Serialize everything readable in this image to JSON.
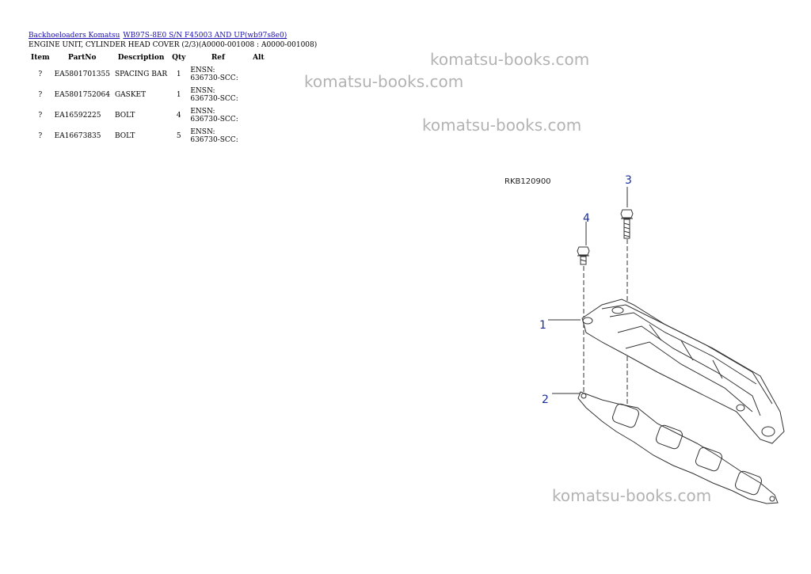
{
  "breadcrumb": {
    "items": [
      {
        "label": "Backhoeloaders Komatsu"
      },
      {
        "label": "WB97S-8E0 S/N F45003 AND UP(wb97s8e0)"
      }
    ]
  },
  "page": {
    "title": "ENGINE UNIT, CYLINDER HEAD COVER (2/3)(A0000-001008 : A0000-001008)"
  },
  "table": {
    "headers": [
      "Item",
      "PartNo",
      "Description",
      "Qty",
      "Ref",
      "Alt"
    ],
    "rows": [
      {
        "item": "?",
        "partno": "EA5801701355",
        "description": "SPACING BAR",
        "qty": "1",
        "ref": "ENSN: 636730-SCC:",
        "alt": ""
      },
      {
        "item": "?",
        "partno": "EA5801752064",
        "description": "GASKET",
        "qty": "1",
        "ref": "ENSN: 636730-SCC:",
        "alt": ""
      },
      {
        "item": "?",
        "partno": "EA16592225",
        "description": "BOLT",
        "qty": "4",
        "ref": "ENSN: 636730-SCC:",
        "alt": ""
      },
      {
        "item": "?",
        "partno": "EA16673835",
        "description": "BOLT",
        "qty": "5",
        "ref": "ENSN: 636730-SCC:",
        "alt": ""
      }
    ]
  },
  "watermarks": [
    "komatsu-books.com",
    "komatsu-books.com",
    "komatsu-books.com",
    "komatsu-books.com"
  ],
  "diagram": {
    "code": "RKB120900",
    "callouts": [
      "1",
      "2",
      "3",
      "4"
    ],
    "callout_color": "#1a2f9c"
  }
}
